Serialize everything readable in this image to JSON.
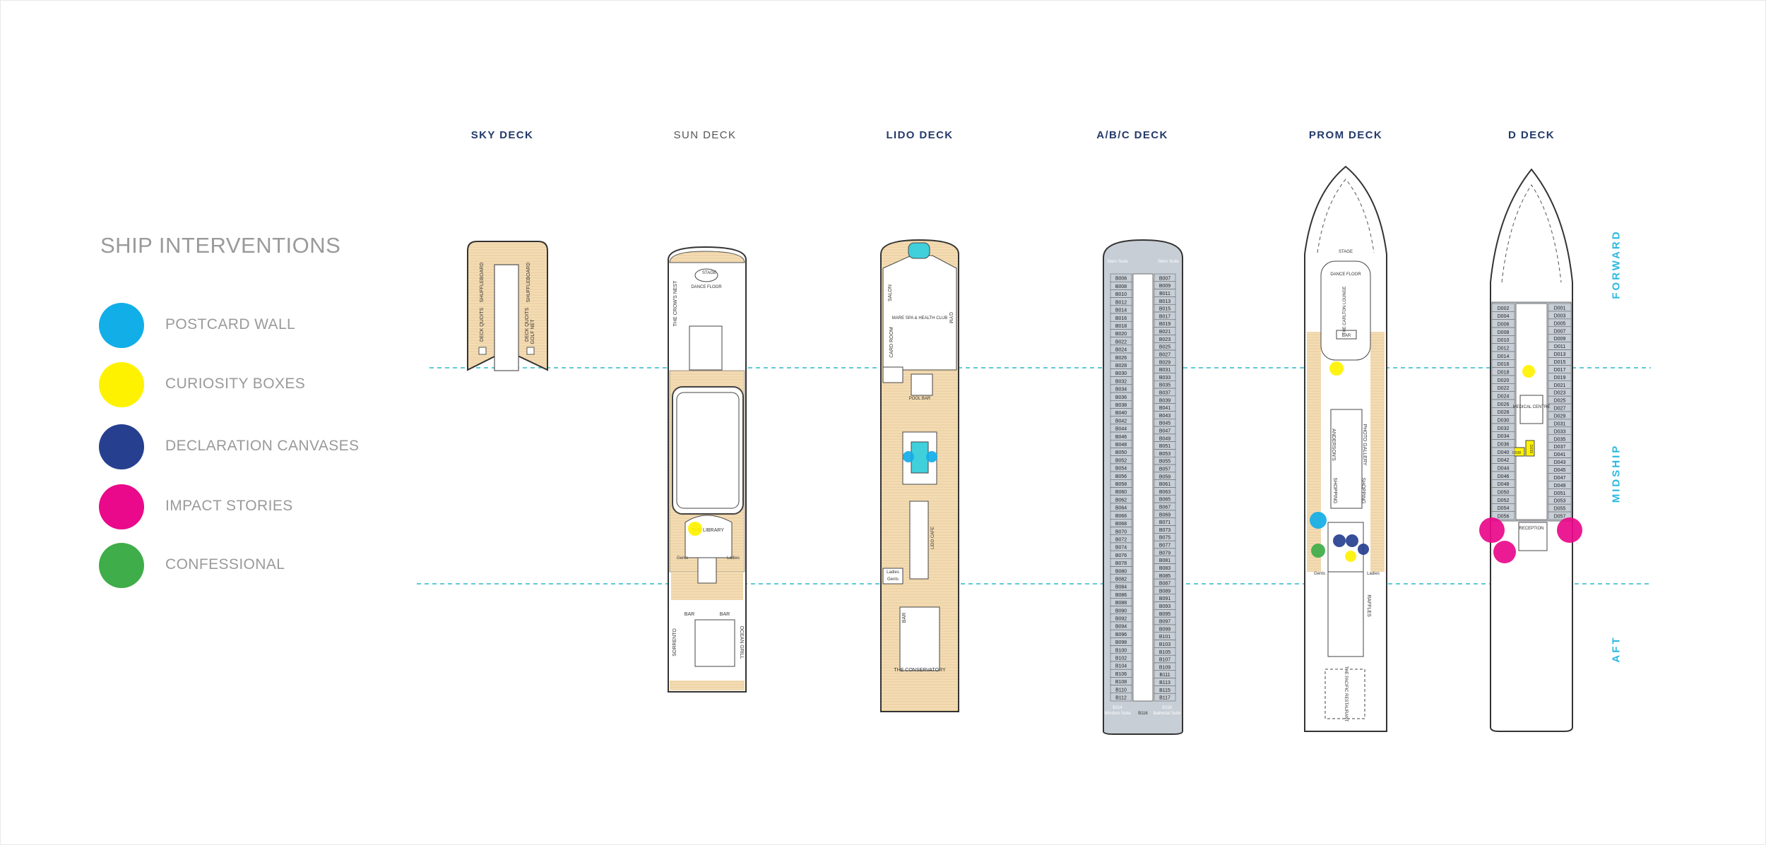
{
  "legend": {
    "title": "SHIP INTERVENTIONS",
    "items": [
      {
        "label": "POSTCARD WALL",
        "color": "#12aee8",
        "icon": "postcard-wall-marker"
      },
      {
        "label": "CURIOSITY BOXES",
        "color": "#fff200",
        "icon": "curiosity-box-marker"
      },
      {
        "label": "DECLARATION CANVASES",
        "color": "#263f8f",
        "icon": "declaration-canvas-marker"
      },
      {
        "label": "IMPACT STORIES",
        "color": "#e9098a",
        "icon": "impact-story-marker"
      },
      {
        "label": "CONFESSIONAL",
        "color": "#3fad49",
        "icon": "confessional-marker"
      }
    ]
  },
  "decks": [
    {
      "name": "SKY DECK"
    },
    {
      "name": "SUN DECK"
    },
    {
      "name": "LIDO DECK"
    },
    {
      "name": "A/B/C DECK"
    },
    {
      "name": "PROM DECK"
    },
    {
      "name": "D DECK"
    }
  ],
  "zones": {
    "forward": "FORWARD",
    "midship": "MIDSHIP",
    "aft": "AFT"
  },
  "rooms": {
    "sky": [
      "SHUFFLEBOARD",
      "SHUFFLEBOARD",
      "DECK QUOITS",
      "DECK QUOITS",
      "GOLF NET"
    ],
    "sun": [
      "THE CROW'S NEST",
      "DANCE FLOOR",
      "STAGE",
      "THE LIBRARY",
      "Gents",
      "Ladies",
      "BAR",
      "BAR",
      "SORRENTO",
      "OCEAN GRILL"
    ],
    "lido": [
      "SALON",
      "CARD ROOM",
      "GYM",
      "MARE SPA & HEALTH CLUB",
      "POOL BAR",
      "THE CONSERVATORY",
      "BAR",
      "LIDO CAFE",
      "Ladies",
      "Gents"
    ],
    "prom": [
      "STAGE",
      "DANCE FLOOR",
      "THE CARLTON LOUNGE",
      "BAR",
      "ANDERSON'S",
      "PHOTO GALLERY",
      "SHOPPING",
      "SHOPPING",
      "RAFFLES",
      "THE PACIFIC RESTAURANT",
      "Gents",
      "Ladies"
    ],
    "d": [
      "MEDICAL CENTRE",
      "RECEPTION",
      "D038",
      "D039"
    ],
    "abc": [
      "Stern Suite",
      "Stern Suite",
      "Windsor Suite",
      "Balmoral Suite",
      "B114",
      "B116",
      "B118"
    ]
  },
  "cabins": {
    "abc_left": [
      "B006",
      "B008",
      "B010",
      "B012",
      "B014",
      "B016",
      "B018",
      "B020",
      "B022",
      "B024",
      "B026",
      "B028",
      "B030",
      "B032",
      "B034",
      "B036",
      "B038",
      "B040",
      "B042",
      "B044",
      "B046",
      "B048",
      "B050",
      "B052",
      "B054",
      "B056",
      "B058",
      "B060",
      "B062",
      "B064",
      "B066",
      "B068",
      "B070",
      "B072",
      "B074",
      "B076",
      "B078",
      "B080",
      "B082",
      "B084",
      "B086",
      "B088",
      "B090",
      "B092",
      "B094",
      "B096",
      "B098",
      "B100",
      "B102",
      "B104",
      "B106",
      "B108",
      "B110",
      "B112"
    ],
    "abc_right": [
      "B007",
      "B009",
      "B011",
      "B013",
      "B015",
      "B017",
      "B019",
      "B021",
      "B023",
      "B025",
      "B027",
      "B029",
      "B031",
      "B033",
      "B035",
      "B037",
      "B039",
      "B041",
      "B043",
      "B045",
      "B047",
      "B049",
      "B051",
      "B053",
      "B055",
      "B057",
      "B059",
      "B061",
      "B063",
      "B065",
      "B067",
      "B069",
      "B071",
      "B073",
      "B075",
      "B077",
      "B079",
      "B081",
      "B083",
      "B085",
      "B087",
      "B089",
      "B091",
      "B093",
      "B095",
      "B097",
      "B099",
      "B101",
      "B103",
      "B105",
      "B107",
      "B109",
      "B111",
      "B113",
      "B115",
      "B117"
    ],
    "d_left": [
      "D002",
      "D004",
      "D006",
      "D008",
      "D010",
      "D012",
      "D014",
      "D016",
      "D018",
      "D020",
      "D022",
      "D024",
      "D026",
      "D028",
      "D030",
      "D032",
      "D034",
      "D036",
      "D040",
      "D042",
      "D044",
      "D046",
      "D048",
      "D050",
      "D052",
      "D054",
      "D056"
    ],
    "d_right": [
      "D001",
      "D003",
      "D005",
      "D007",
      "D009",
      "D011",
      "D013",
      "D015",
      "D017",
      "D019",
      "D021",
      "D023",
      "D025",
      "D027",
      "D029",
      "D031",
      "D033",
      "D035",
      "D037",
      "D041",
      "D043",
      "D045",
      "D047",
      "D049",
      "D051",
      "D053",
      "D055",
      "D057"
    ]
  },
  "colors": {
    "deck_wood": "#f3dcb4",
    "hull_outline": "#333333",
    "cabin_fill": "#c7ced6",
    "guide_line": "#2bb8c8",
    "deck_title": "#243a6a",
    "zone_label": "#2bb8e0",
    "legend_text": "#9a9a9a"
  },
  "markers": [
    {
      "deck": "sun",
      "type": "curiosity"
    },
    {
      "deck": "lido",
      "type": "postcard"
    },
    {
      "deck": "lido",
      "type": "postcard"
    },
    {
      "deck": "prom",
      "type": "curiosity"
    },
    {
      "deck": "prom",
      "type": "postcard"
    },
    {
      "deck": "prom",
      "type": "confessional"
    },
    {
      "deck": "prom",
      "type": "declaration"
    },
    {
      "deck": "prom",
      "type": "declaration"
    },
    {
      "deck": "prom",
      "type": "declaration"
    },
    {
      "deck": "prom",
      "type": "curiosity"
    },
    {
      "deck": "d",
      "type": "curiosity"
    },
    {
      "deck": "d",
      "type": "impact"
    },
    {
      "deck": "d",
      "type": "impact"
    },
    {
      "deck": "d",
      "type": "impact"
    }
  ]
}
